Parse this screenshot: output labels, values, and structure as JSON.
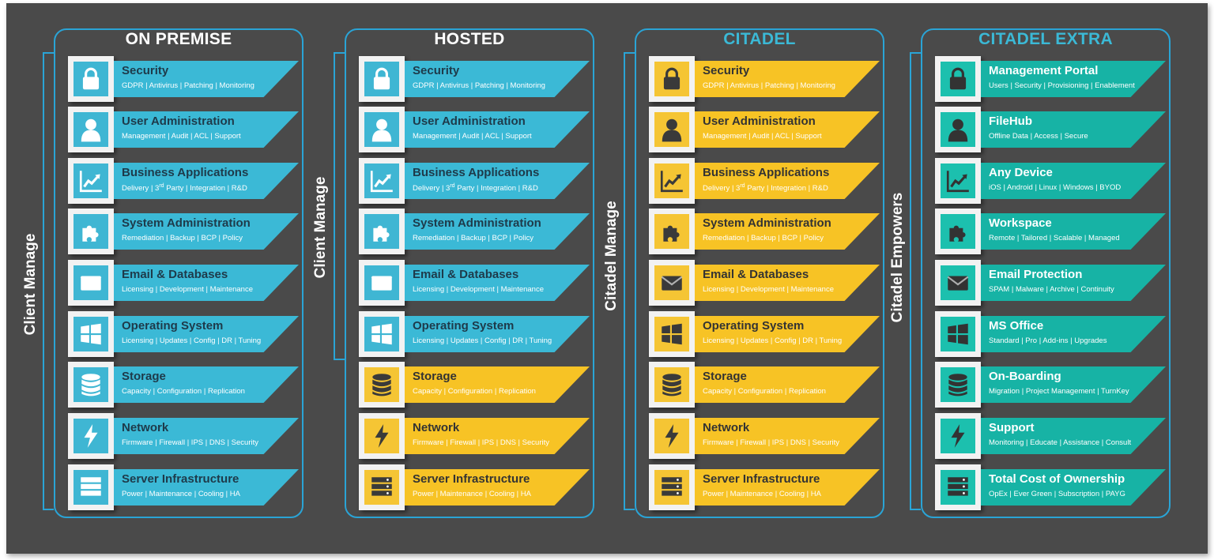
{
  "colors": {
    "blue": "#3bb9d6",
    "yellow": "#f7c325",
    "teal": "#17b3a5",
    "border": "#2aa4d6",
    "background": "#4a4a4a"
  },
  "columns": [
    {
      "title": "ON PREMISE",
      "side_label": "Client Manage",
      "items": [
        {
          "title": "Security",
          "subtitle": "GDPR | Antivirus | Patching | Monitoring",
          "icon": "lock-icon",
          "color": "blue"
        },
        {
          "title": "User Administration",
          "subtitle": "Management  | Audit | ACL | Support",
          "icon": "user-icon",
          "color": "blue"
        },
        {
          "title": "Business Applications",
          "subtitle": "Delivery | 3rd Party | Integration | R&D",
          "icon": "chart-icon",
          "color": "blue"
        },
        {
          "title": "System Administration",
          "subtitle": "Remediation | Backup | BCP | Policy",
          "icon": "puzzle-icon",
          "color": "blue"
        },
        {
          "title": "Email & Databases",
          "subtitle": "Licensing | Development  | Maintenance",
          "icon": "envelope-icon",
          "color": "blue"
        },
        {
          "title": "Operating System",
          "subtitle": "Licensing | Updates | Config | DR | Tuning",
          "icon": "windows-icon",
          "color": "blue"
        },
        {
          "title": "Storage",
          "subtitle": "Capacity | Configuration | Replication",
          "icon": "database-icon",
          "color": "blue"
        },
        {
          "title": "Network",
          "subtitle": "Firmware | Firewall | IPS | DNS | Security",
          "icon": "lightning-icon",
          "color": "blue"
        },
        {
          "title": "Server Infrastructure",
          "subtitle": "Power | Maintenance | Cooling | HA",
          "icon": "server-icon",
          "color": "blue"
        }
      ]
    },
    {
      "title": "HOSTED",
      "side_label": "Client Manage",
      "items": [
        {
          "title": "Security",
          "subtitle": "GDPR | Antivirus | Patching | Monitoring",
          "icon": "lock-icon",
          "color": "blue"
        },
        {
          "title": "User Administration",
          "subtitle": "Management  | Audit | ACL | Support",
          "icon": "user-icon",
          "color": "blue"
        },
        {
          "title": "Business Applications",
          "subtitle": "Delivery | 3rd Party | Integration | R&D",
          "icon": "chart-icon",
          "color": "blue"
        },
        {
          "title": "System Administration",
          "subtitle": "Remediation | Backup | BCP | Policy",
          "icon": "puzzle-icon",
          "color": "blue"
        },
        {
          "title": "Email & Databases",
          "subtitle": "Licensing | Development  | Maintenance",
          "icon": "envelope-icon",
          "color": "blue"
        },
        {
          "title": "Operating System",
          "subtitle": "Licensing | Updates | Config | DR | Tuning",
          "icon": "windows-icon",
          "color": "blue"
        },
        {
          "title": "Storage",
          "subtitle": "Capacity | Configuration | Replication",
          "icon": "database-icon",
          "color": "yellow"
        },
        {
          "title": "Network",
          "subtitle": "Firmware | Firewall | IPS | DNS | Security",
          "icon": "lightning-icon",
          "color": "yellow"
        },
        {
          "title": "Server Infrastructure",
          "subtitle": "Power | Maintenance | Cooling | HA",
          "icon": "server-icon",
          "color": "yellow"
        }
      ]
    },
    {
      "title": "CITADEL",
      "side_label": "Citadel Manage",
      "items": [
        {
          "title": "Security",
          "subtitle": "GDPR | Antivirus | Patching | Monitoring",
          "icon": "lock-icon",
          "color": "yellow"
        },
        {
          "title": "User Administration",
          "subtitle": "Management  | Audit | ACL | Support",
          "icon": "user-icon",
          "color": "yellow"
        },
        {
          "title": "Business Applications",
          "subtitle": "Delivery | 3rd Party | Integration | R&D",
          "icon": "chart-icon",
          "color": "yellow"
        },
        {
          "title": "System Administration",
          "subtitle": "Remediation | Backup | BCP | Policy",
          "icon": "puzzle-icon",
          "color": "yellow"
        },
        {
          "title": "Email & Databases",
          "subtitle": "Licensing | Development  | Maintenance",
          "icon": "envelope-icon",
          "color": "yellow"
        },
        {
          "title": "Operating System",
          "subtitle": "Licensing | Updates | Config | DR | Tuning",
          "icon": "windows-icon",
          "color": "yellow"
        },
        {
          "title": "Storage",
          "subtitle": "Capacity | Configuration | Replication",
          "icon": "database-icon",
          "color": "yellow"
        },
        {
          "title": "Network",
          "subtitle": "Firmware | Firewall | IPS | DNS | Security",
          "icon": "lightning-icon",
          "color": "yellow"
        },
        {
          "title": "Server Infrastructure",
          "subtitle": "Power | Maintenance | Cooling | HA",
          "icon": "server-icon",
          "color": "yellow"
        }
      ]
    },
    {
      "title": "CITADEL EXTRA",
      "side_label": "Citadel Empowers",
      "items": [
        {
          "title": "Management Portal",
          "subtitle": "Users | Security | Provisioning | Enablement",
          "icon": "lock-icon",
          "color": "teal"
        },
        {
          "title": "FileHub",
          "subtitle": "Offline Data | Access | Secure",
          "icon": "user-icon",
          "color": "teal"
        },
        {
          "title": "Any Device",
          "subtitle": "iOS | Android | Linux | Windows | BYOD",
          "icon": "chart-icon",
          "color": "teal"
        },
        {
          "title": "Workspace",
          "subtitle": "Remote | Tailored | Scalable | Managed",
          "icon": "puzzle-icon",
          "color": "teal"
        },
        {
          "title": "Email Protection",
          "subtitle": "SPAM | Malware | Archive | Continuity",
          "icon": "envelope-icon",
          "color": "teal"
        },
        {
          "title": "MS Office",
          "subtitle": "Standard | Pro | Add-ins | Upgrades",
          "icon": "windows-icon",
          "color": "teal"
        },
        {
          "title": "On-Boarding",
          "subtitle": "Migration | Project Management  | TurnKey",
          "icon": "database-icon",
          "color": "teal"
        },
        {
          "title": "Support",
          "subtitle": "Monitoring | Educate | Assistance | Consult",
          "icon": "lightning-icon",
          "color": "teal"
        },
        {
          "title": "Total Cost of Ownership",
          "subtitle": "OpEx | Ever Green | Subscription | PAYG",
          "icon": "server-icon",
          "color": "teal"
        }
      ]
    }
  ]
}
